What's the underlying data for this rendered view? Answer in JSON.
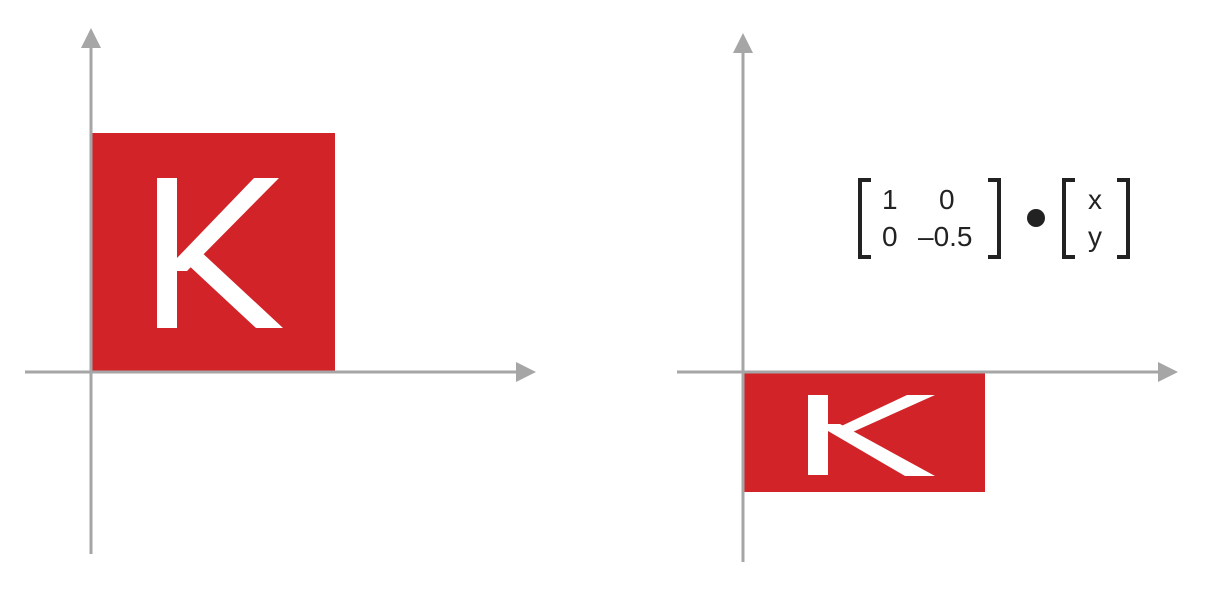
{
  "colors": {
    "axis": "#a6a6a6",
    "k_box": "#d12328",
    "k_letter": "#ffffff",
    "bracket": "#222222",
    "text": "#222222"
  },
  "left_panel": {
    "letter": "K"
  },
  "right_panel": {
    "letter": "K",
    "matrix": {
      "row1": [
        "1",
        "0"
      ],
      "row2": [
        "0",
        "–0.5"
      ]
    },
    "operator_symbol": "dot-operator",
    "vector": [
      "x",
      "y"
    ]
  }
}
